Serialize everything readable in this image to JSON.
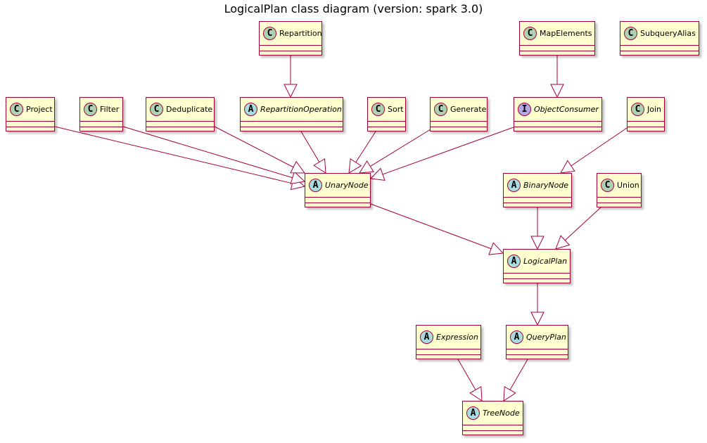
{
  "title": "LogicalPlan class diagram (version: spark 3.0)",
  "colors": {
    "box_fill": "#FEFECE",
    "border": "#A80036",
    "class_circle": "#ADD1B2",
    "abstract_circle": "#A9DCDF",
    "interface_circle": "#B4A7E5"
  },
  "nodes": [
    {
      "id": "repartition",
      "label": "Repartition",
      "kind": "class"
    },
    {
      "id": "mapelements",
      "label": "MapElements",
      "kind": "class"
    },
    {
      "id": "subqueryalias",
      "label": "SubqueryAlias",
      "kind": "class"
    },
    {
      "id": "project",
      "label": "Project",
      "kind": "class"
    },
    {
      "id": "filter",
      "label": "Filter",
      "kind": "class"
    },
    {
      "id": "deduplicate",
      "label": "Deduplicate",
      "kind": "class"
    },
    {
      "id": "repartitionoperation",
      "label": "RepartitionOperation",
      "kind": "abstract"
    },
    {
      "id": "sort",
      "label": "Sort",
      "kind": "class"
    },
    {
      "id": "generate",
      "label": "Generate",
      "kind": "class"
    },
    {
      "id": "objectconsumer",
      "label": "ObjectConsumer",
      "kind": "interface"
    },
    {
      "id": "join",
      "label": "Join",
      "kind": "class"
    },
    {
      "id": "unarynode",
      "label": "UnaryNode",
      "kind": "abstract"
    },
    {
      "id": "binarynode",
      "label": "BinaryNode",
      "kind": "abstract"
    },
    {
      "id": "union",
      "label": "Union",
      "kind": "class"
    },
    {
      "id": "logicalplan",
      "label": "LogicalPlan",
      "kind": "abstract"
    },
    {
      "id": "expression",
      "label": "Expression",
      "kind": "abstract"
    },
    {
      "id": "queryplan",
      "label": "QueryPlan",
      "kind": "abstract"
    },
    {
      "id": "treenode",
      "label": "TreeNode",
      "kind": "abstract"
    }
  ],
  "edges": [
    {
      "from": "repartition",
      "to": "repartitionoperation"
    },
    {
      "from": "mapelements",
      "to": "objectconsumer"
    },
    {
      "from": "project",
      "to": "unarynode"
    },
    {
      "from": "filter",
      "to": "unarynode"
    },
    {
      "from": "deduplicate",
      "to": "unarynode"
    },
    {
      "from": "repartitionoperation",
      "to": "unarynode"
    },
    {
      "from": "sort",
      "to": "unarynode"
    },
    {
      "from": "generate",
      "to": "unarynode"
    },
    {
      "from": "objectconsumer",
      "to": "unarynode"
    },
    {
      "from": "join",
      "to": "binarynode"
    },
    {
      "from": "unarynode",
      "to": "logicalplan"
    },
    {
      "from": "binarynode",
      "to": "logicalplan"
    },
    {
      "from": "union",
      "to": "logicalplan"
    },
    {
      "from": "logicalplan",
      "to": "queryplan"
    },
    {
      "from": "expression",
      "to": "treenode"
    },
    {
      "from": "queryplan",
      "to": "treenode"
    }
  ]
}
